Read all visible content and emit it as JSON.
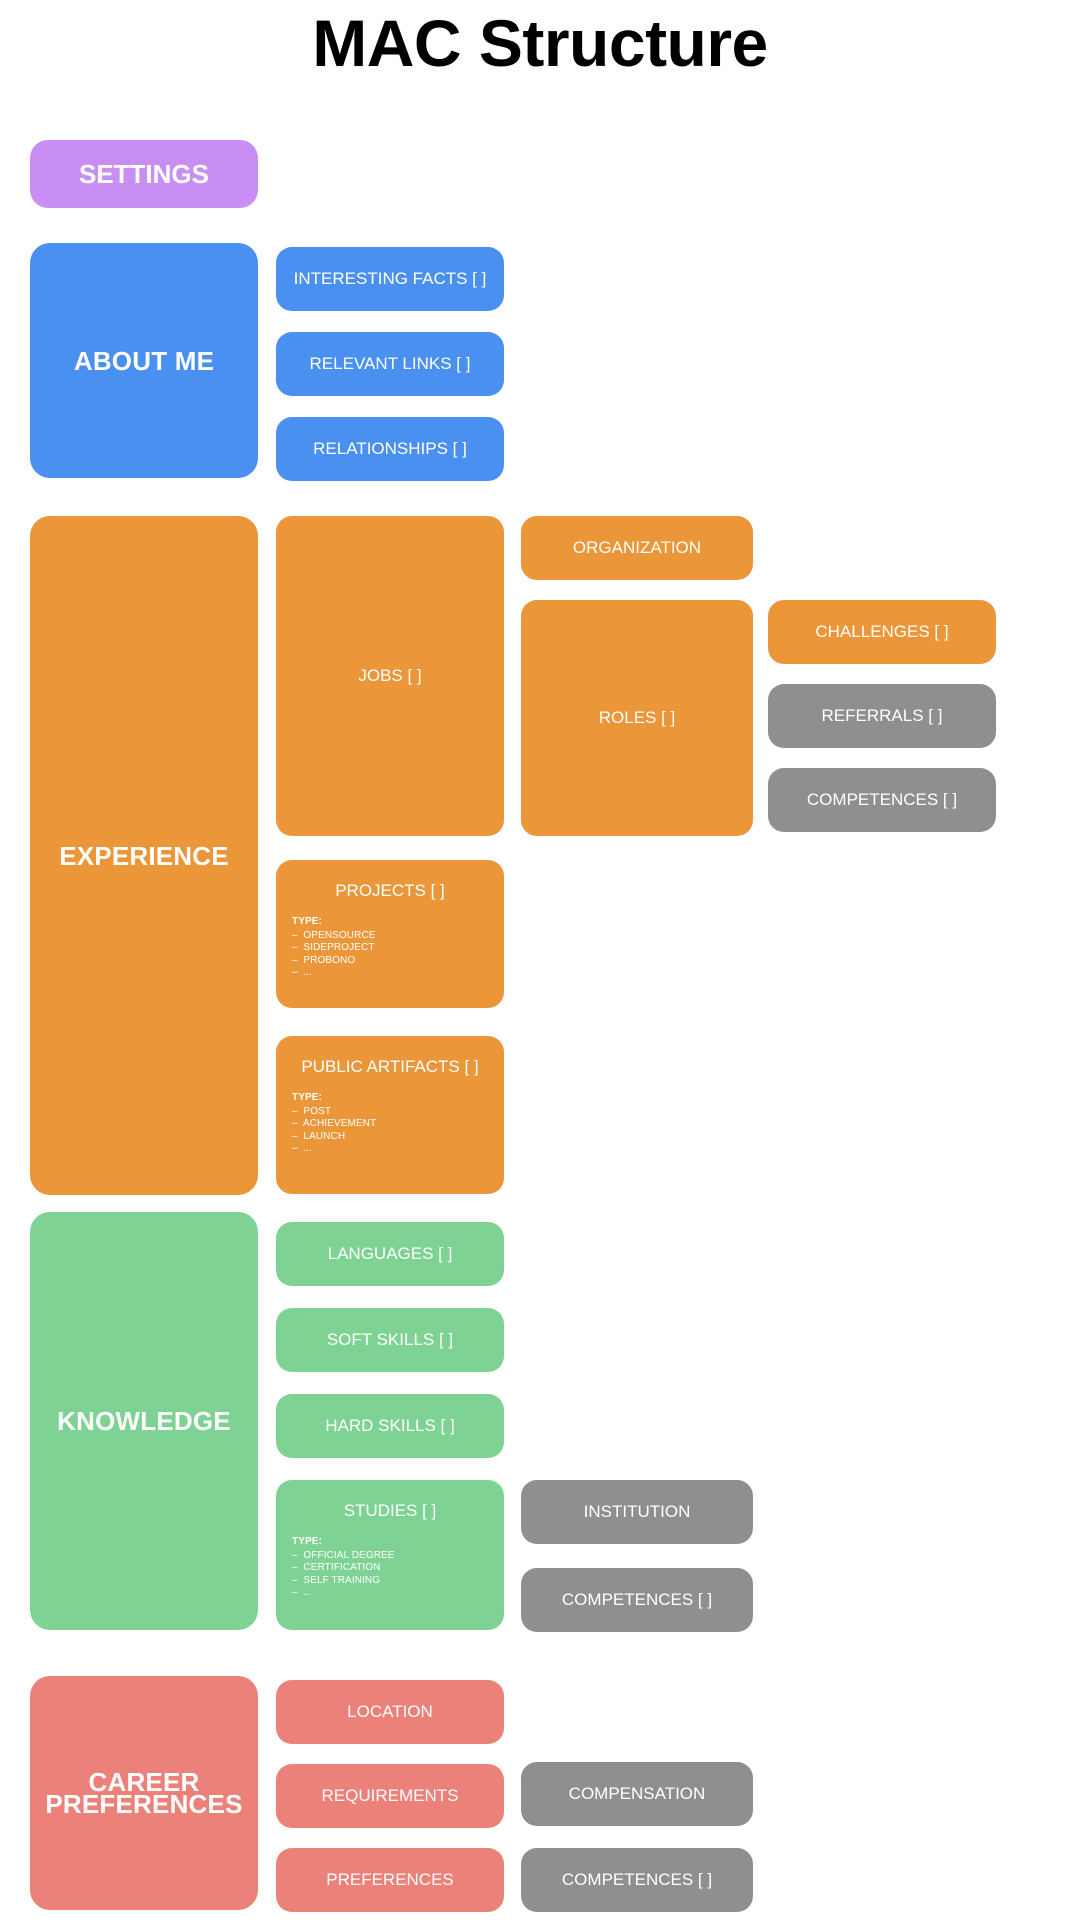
{
  "page": {
    "title": "MAC Structure",
    "background": "#ffffff"
  },
  "colors": {
    "purple": "#c98ef4",
    "blue": "#4a90f0",
    "orange": "#eb9639",
    "green": "#7ed394",
    "red": "#ec8179",
    "gray": "#8f8f8f",
    "text": "#ffffff",
    "title": "#000000"
  },
  "settings": {
    "label": "SETTINGS"
  },
  "sections": [
    {
      "id": "about-me",
      "label": "ABOUT ME",
      "color": "blue",
      "children": [
        {
          "id": "interesting-facts",
          "label": "INTERESTING FACTS [ ]",
          "color": "blue"
        },
        {
          "id": "relevant-links",
          "label": "RELEVANT LINKS [ ]",
          "color": "blue"
        },
        {
          "id": "relationships",
          "label": "RELATIONSHIPS [ ]",
          "color": "blue"
        }
      ]
    },
    {
      "id": "experience",
      "label": "EXPERIENCE",
      "color": "orange",
      "children": [
        {
          "id": "jobs",
          "label": "JOBS [ ]",
          "color": "orange"
        },
        {
          "id": "projects",
          "label": "PROJECTS [ ]",
          "color": "orange",
          "type_label": "TYPE:",
          "type_items": [
            "–  OPENSOURCE",
            "–  SIDEPROJECT",
            "–  PROBONO",
            "–  ..."
          ]
        },
        {
          "id": "public-artifacts",
          "label": "PUBLIC ARTIFACTS [ ]",
          "color": "orange",
          "type_label": "TYPE:",
          "type_items": [
            "–  POST",
            "–  ACHIEVEMENT",
            "–  LAUNCH",
            "–  ..."
          ]
        },
        {
          "id": "organization",
          "label": "ORGANIZATION",
          "color": "orange"
        },
        {
          "id": "roles",
          "label": "ROLES [ ]",
          "color": "orange"
        },
        {
          "id": "challenges",
          "label": "CHALLENGES [ ]",
          "color": "orange"
        },
        {
          "id": "referrals",
          "label": "REFERRALS [ ]",
          "color": "gray"
        },
        {
          "id": "experience-competences",
          "label": "COMPETENCES [ ]",
          "color": "gray"
        }
      ]
    },
    {
      "id": "knowledge",
      "label": "KNOWLEDGE",
      "color": "green",
      "children": [
        {
          "id": "languages",
          "label": "LANGUAGES [ ]",
          "color": "green"
        },
        {
          "id": "soft-skills",
          "label": "SOFT SKILLS [ ]",
          "color": "green"
        },
        {
          "id": "hard-skills",
          "label": "HARD SKILLS [ ]",
          "color": "green"
        },
        {
          "id": "studies",
          "label": "STUDIES [ ]",
          "color": "green",
          "type_label": "TYPE:",
          "type_items": [
            "–  OFFICIAL DEGREE",
            "–  CERTIFICATION",
            "–  SELF TRAINING",
            "–  ..."
          ]
        },
        {
          "id": "institution",
          "label": "INSTITUTION",
          "color": "gray"
        },
        {
          "id": "knowledge-competences",
          "label": "COMPETENCES [ ]",
          "color": "gray"
        }
      ]
    },
    {
      "id": "career-preferences",
      "label": "CAREER PREFERENCES",
      "color": "red",
      "children": [
        {
          "id": "location",
          "label": "LOCATION",
          "color": "red"
        },
        {
          "id": "requirements",
          "label": "REQUIREMENTS",
          "color": "red"
        },
        {
          "id": "preferences",
          "label": "PREFERENCES",
          "color": "red"
        },
        {
          "id": "compensation",
          "label": "COMPENSATION",
          "color": "gray"
        },
        {
          "id": "career-competences",
          "label": "COMPETENCES [ ]",
          "color": "gray"
        }
      ]
    }
  ]
}
